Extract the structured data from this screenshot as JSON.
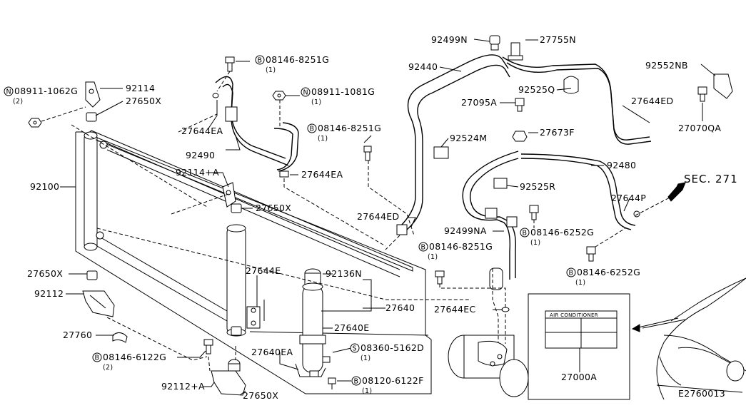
{
  "callouts": {
    "c92499N": "92499N",
    "c27755N": "27755N",
    "c92440": "92440",
    "c92552NB": "92552NB",
    "c92525Q": "92525Q",
    "c27095A": "27095A",
    "c27644ED_a": "27644ED",
    "c27673F": "27673F",
    "c27070QA": "27070QA",
    "c92524M": "92524M",
    "c92480": "92480",
    "c92525R": "92525R",
    "c27644P": "27644P",
    "c27644ED_b": "27644ED",
    "c92499NA": "92499NA",
    "c27644EC": "27644EC",
    "c27000A": "27000A",
    "c92114": "92114",
    "c27650X_a": "27650X",
    "c92100": "92100",
    "c92114A": "92114+A",
    "c27650X_b": "27650X",
    "c27650X_c": "27650X",
    "c92112": "92112",
    "c27760": "27760",
    "c92112A": "92112+A",
    "c27650X_d": "27650X",
    "c27644EA_a": "27644EA",
    "c92490": "92490",
    "c27644EA_b": "27644EA",
    "c27644E_a": "27644E",
    "c92136N": "92136N",
    "c27640": "27640",
    "c27640E": "27640E",
    "c27640EA": "27640EA"
  },
  "prefixed": {
    "p08911_1062G": {
      "letter": "N",
      "code": "08911-1062G",
      "qty": "(2)"
    },
    "p08146_8251G_a": {
      "letter": "B",
      "code": "08146-8251G",
      "qty": "(1)"
    },
    "p08911_1081G": {
      "letter": "N",
      "code": "08911-1081G",
      "qty": "(1)"
    },
    "p08146_8251G_b": {
      "letter": "B",
      "code": "08146-8251G",
      "qty": "(1)"
    },
    "p08146_6252G_a": {
      "letter": "B",
      "code": "08146-6252G",
      "qty": "(1)"
    },
    "p08146_8251G_c": {
      "letter": "B",
      "code": "08146-8251G",
      "qty": "(1)"
    },
    "p08146_6252G_b": {
      "letter": "B",
      "code": "08146-6252G",
      "qty": "(1)"
    },
    "p08146_6122G": {
      "letter": "B",
      "code": "08146-6122G",
      "qty": "(2)"
    },
    "p08360_5162D": {
      "letter": "S",
      "code": "08360-5162D",
      "qty": "(1)"
    },
    "p08120_6122F": {
      "letter": "B",
      "code": "08120-6122F",
      "qty": "(1)"
    }
  },
  "section_ref": "SEC. 271",
  "label_title": "AIR CONDITIONER",
  "diagram_id": "E2760013"
}
